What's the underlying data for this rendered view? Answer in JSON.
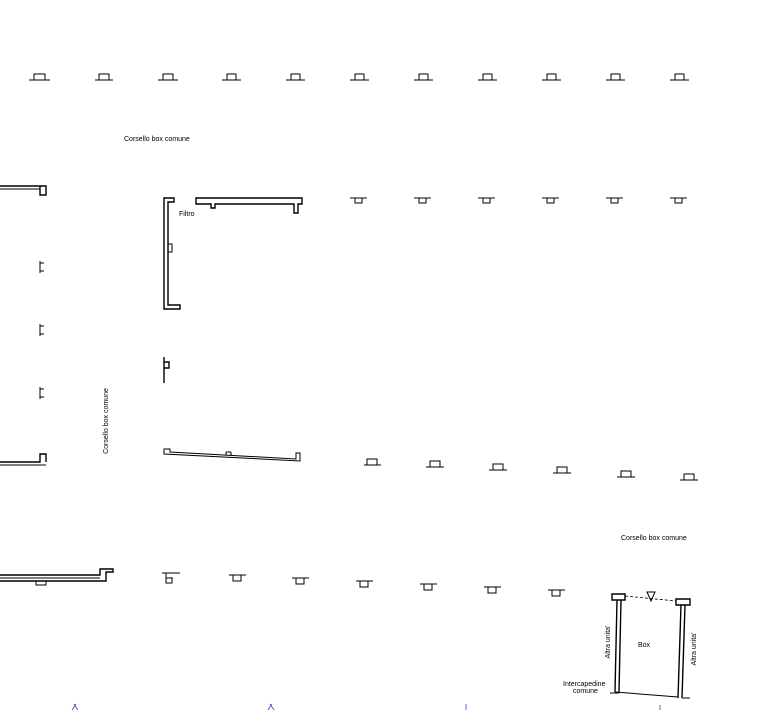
{
  "labels": {
    "corsello_top": "Corsello box comune",
    "corsello_vertical": "Corsello box comune",
    "corsello_right": "Corsello box comune",
    "filtro": "Filtro",
    "box": "Box",
    "altra_unita_left": "Altra unita'",
    "altra_unita_right": "Altra unita'",
    "intercapedine_line1": "Intercapedine",
    "intercapedine_line2": "comune"
  },
  "colors": {
    "wall": "#000000",
    "bottom_marks": "#3344cc"
  }
}
